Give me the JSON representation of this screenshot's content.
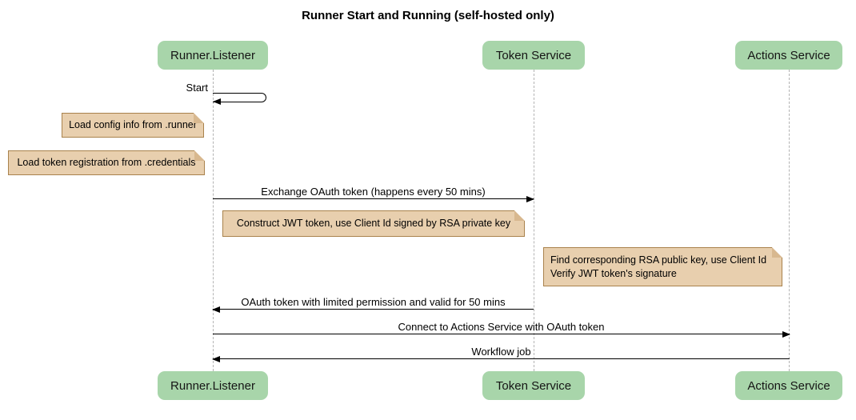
{
  "title": "Runner Start and Running (self-hosted only)",
  "actors": [
    {
      "label": "Runner.Listener"
    },
    {
      "label": "Token Service"
    },
    {
      "label": "Actions Service"
    }
  ],
  "self_message": {
    "label": "Start",
    "actor": "Runner.Listener"
  },
  "messages": [
    {
      "label": "Exchange OAuth token (happens every 50 mins)",
      "from": "Runner.Listener",
      "to": "Token Service",
      "direction": "right"
    },
    {
      "label": "OAuth token with limited permission and valid for 50 mins",
      "from": "Token Service",
      "to": "Runner.Listener",
      "direction": "left"
    },
    {
      "label": "Connect to Actions Service with OAuth token",
      "from": "Runner.Listener",
      "to": "Actions Service",
      "direction": "right"
    },
    {
      "label": "Workflow job",
      "from": "Actions Service",
      "to": "Runner.Listener",
      "direction": "left"
    }
  ],
  "notes": [
    {
      "text": "Load config info from .runner",
      "anchor": "Runner.Listener",
      "side": "left"
    },
    {
      "text": "Load token registration from .credentials",
      "anchor": "Runner.Listener",
      "side": "left"
    },
    {
      "text": "Construct JWT token, use Client Id signed by RSA private key",
      "anchor": "Runner.Listener",
      "side": "right"
    },
    {
      "line1": "Find corresponding RSA public key, use Client Id",
      "line2": "Verify JWT token's signature",
      "anchor": "Token Service",
      "side": "right"
    }
  ],
  "colors": {
    "background": "#ffffff",
    "actor_fill": "#a8d5aa",
    "note_fill": "#e8cfae",
    "note_border": "#a9824c",
    "lifeline": "#b3b3b3",
    "arrow": "#000000"
  }
}
